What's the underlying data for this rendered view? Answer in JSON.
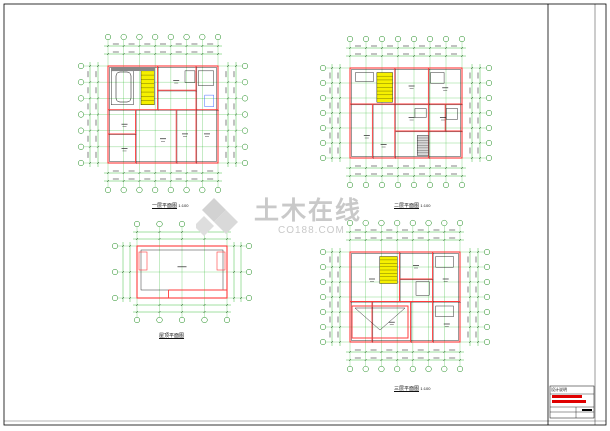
{
  "plans": {
    "plan1": {
      "title": "一层平面图",
      "scale": "1:100"
    },
    "plan2": {
      "title": "二层平面图",
      "scale": "1:100"
    },
    "plan3": {
      "title": "三层平面图",
      "scale": "1:100"
    },
    "roof": {
      "title": "屋顶平面图",
      "scale": ""
    }
  },
  "watermark": {
    "cn": "土木在线",
    "en": "CO188.COM"
  },
  "title_block": {
    "label": "设计说明"
  },
  "colors": {
    "wall": "#ff3b3b",
    "dim": "#18b018",
    "axis": "#1a8a1a",
    "ink": "#000000",
    "accent": "#e00000"
  }
}
